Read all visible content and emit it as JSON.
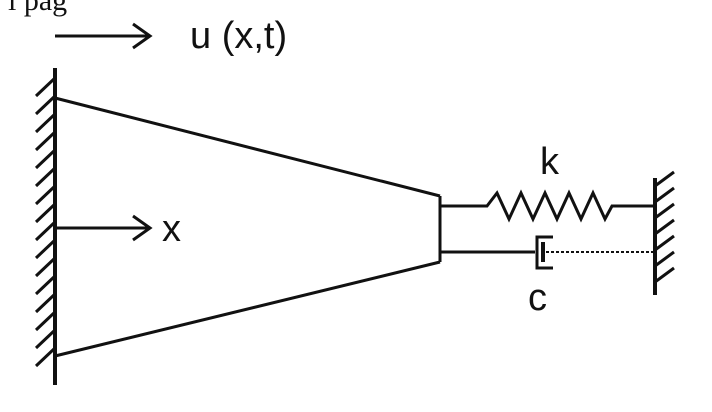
{
  "diagram": {
    "top_partial_text": "ı pag",
    "displacement_label": "u (x,t)",
    "axis_label": "x",
    "spring_label": "k",
    "damper_label": "c"
  },
  "colors": {
    "ink": "#111111",
    "background": "#ffffff"
  }
}
